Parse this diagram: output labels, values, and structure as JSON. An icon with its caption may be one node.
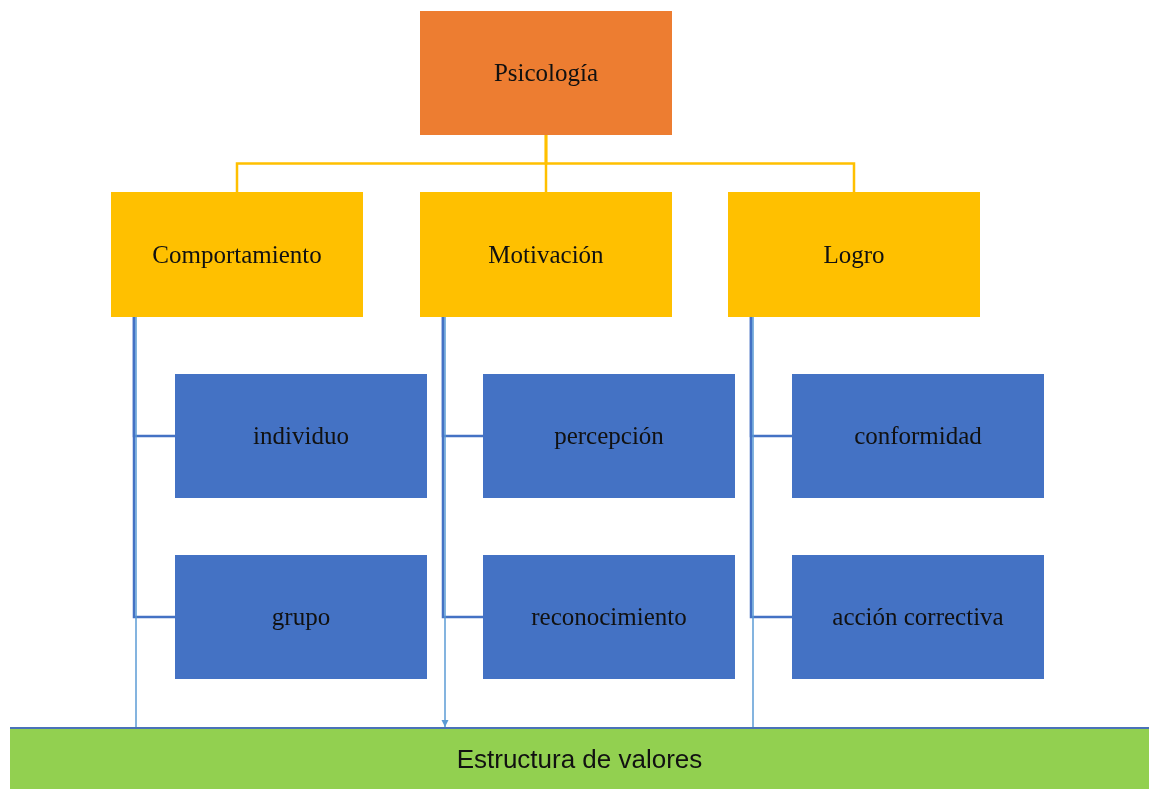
{
  "diagram": {
    "nodes": [
      {
        "text": [
          "Psicología"
        ]
      },
      {
        "text": [
          "Comportamiento"
        ]
      },
      {
        "text": [
          "Motivación"
        ]
      },
      {
        "text": [
          "Logro"
        ]
      },
      {
        "text": [
          "individuo"
        ]
      },
      {
        "text": [
          "grupo"
        ]
      },
      {
        "text": [
          "percepción"
        ]
      },
      {
        "text": [
          "reconocimiento"
        ]
      },
      {
        "text": [
          "conformidad"
        ]
      },
      {
        "text": [
          "acción correctiva"
        ]
      },
      {
        "text": [
          "Estructura de valores"
        ]
      }
    ],
    "edges": [
      {
        "from": 0,
        "to": 1,
        "arrow": "none",
        "color": "#ffc000"
      },
      {
        "from": 0,
        "to": 2,
        "arrow": "none",
        "color": "#ffc000"
      },
      {
        "from": 0,
        "to": 3,
        "arrow": "none",
        "color": "#ffc000"
      },
      {
        "from": 1,
        "to": 4,
        "arrow": "none"
      },
      {
        "from": 1,
        "to": 5,
        "arrow": "none"
      },
      {
        "from": 2,
        "to": 6,
        "arrow": "none"
      },
      {
        "from": 2,
        "to": 7,
        "arrow": "none"
      },
      {
        "from": 3,
        "to": 8,
        "arrow": "none"
      },
      {
        "from": 3,
        "to": 9,
        "arrow": "none"
      },
      {
        "from": 1,
        "to": 10,
        "arrow": "none",
        "color": "#5b9bd5"
      },
      {
        "from": 2,
        "to": 10,
        "arrow": "to",
        "color": "#5b9bd5"
      },
      {
        "from": 3,
        "to": 10,
        "arrow": "none",
        "color": "#5b9bd5"
      }
    ]
  }
}
